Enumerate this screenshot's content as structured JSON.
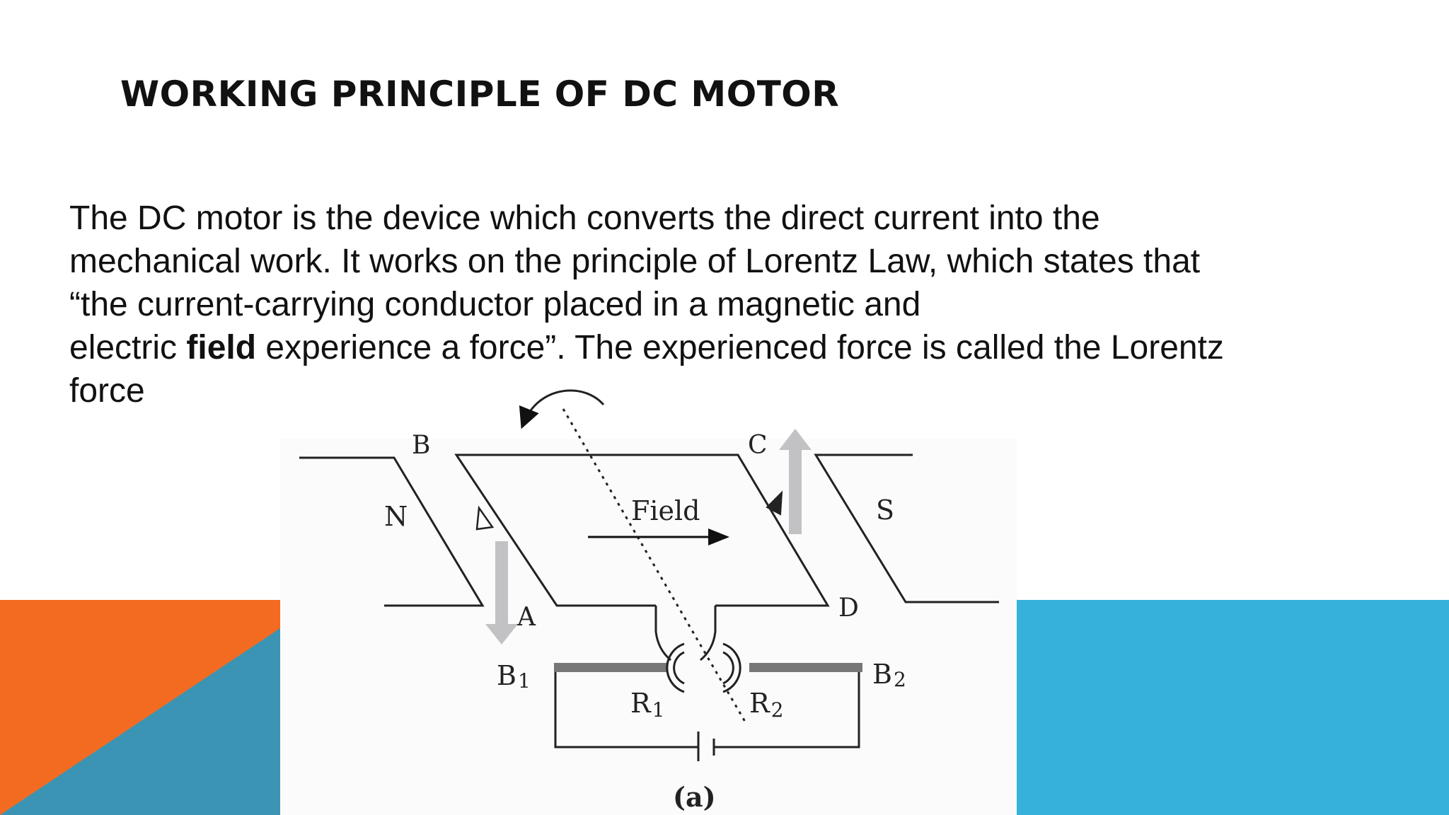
{
  "slide": {
    "title": "WORKING PRINCIPLE OF DC MOTOR",
    "paragraph": {
      "line1": "The DC motor is the device which converts the direct current into the",
      "line2": "mechanical work. It works on the principle of Lorentz Law, which states that",
      "line3": "“the current-carrying conductor placed in a magnetic and",
      "line4_pre": "electric ",
      "line4_bold": "field",
      "line4_post": " experience a force”. The experienced force is called the Lorentz",
      "line5": "force"
    }
  },
  "diagram": {
    "labels": {
      "north": "N",
      "south": "S",
      "corner_a": "A",
      "corner_b": "B",
      "corner_c": "C",
      "corner_d": "D",
      "field": "Field",
      "brush1": "B",
      "brush1_sub": "1",
      "brush2": "B",
      "brush2_sub": "2",
      "ring1": "R",
      "ring1_sub": "1",
      "ring2": "R",
      "ring2_sub": "2",
      "caption": "(a)"
    }
  },
  "colors": {
    "orange": "#f26b21",
    "teal": "#3b94b4",
    "blue": "#36b1dc",
    "grey_arrow": "#c2c2c4",
    "brush_bar": "#777777",
    "text": "#111111"
  }
}
